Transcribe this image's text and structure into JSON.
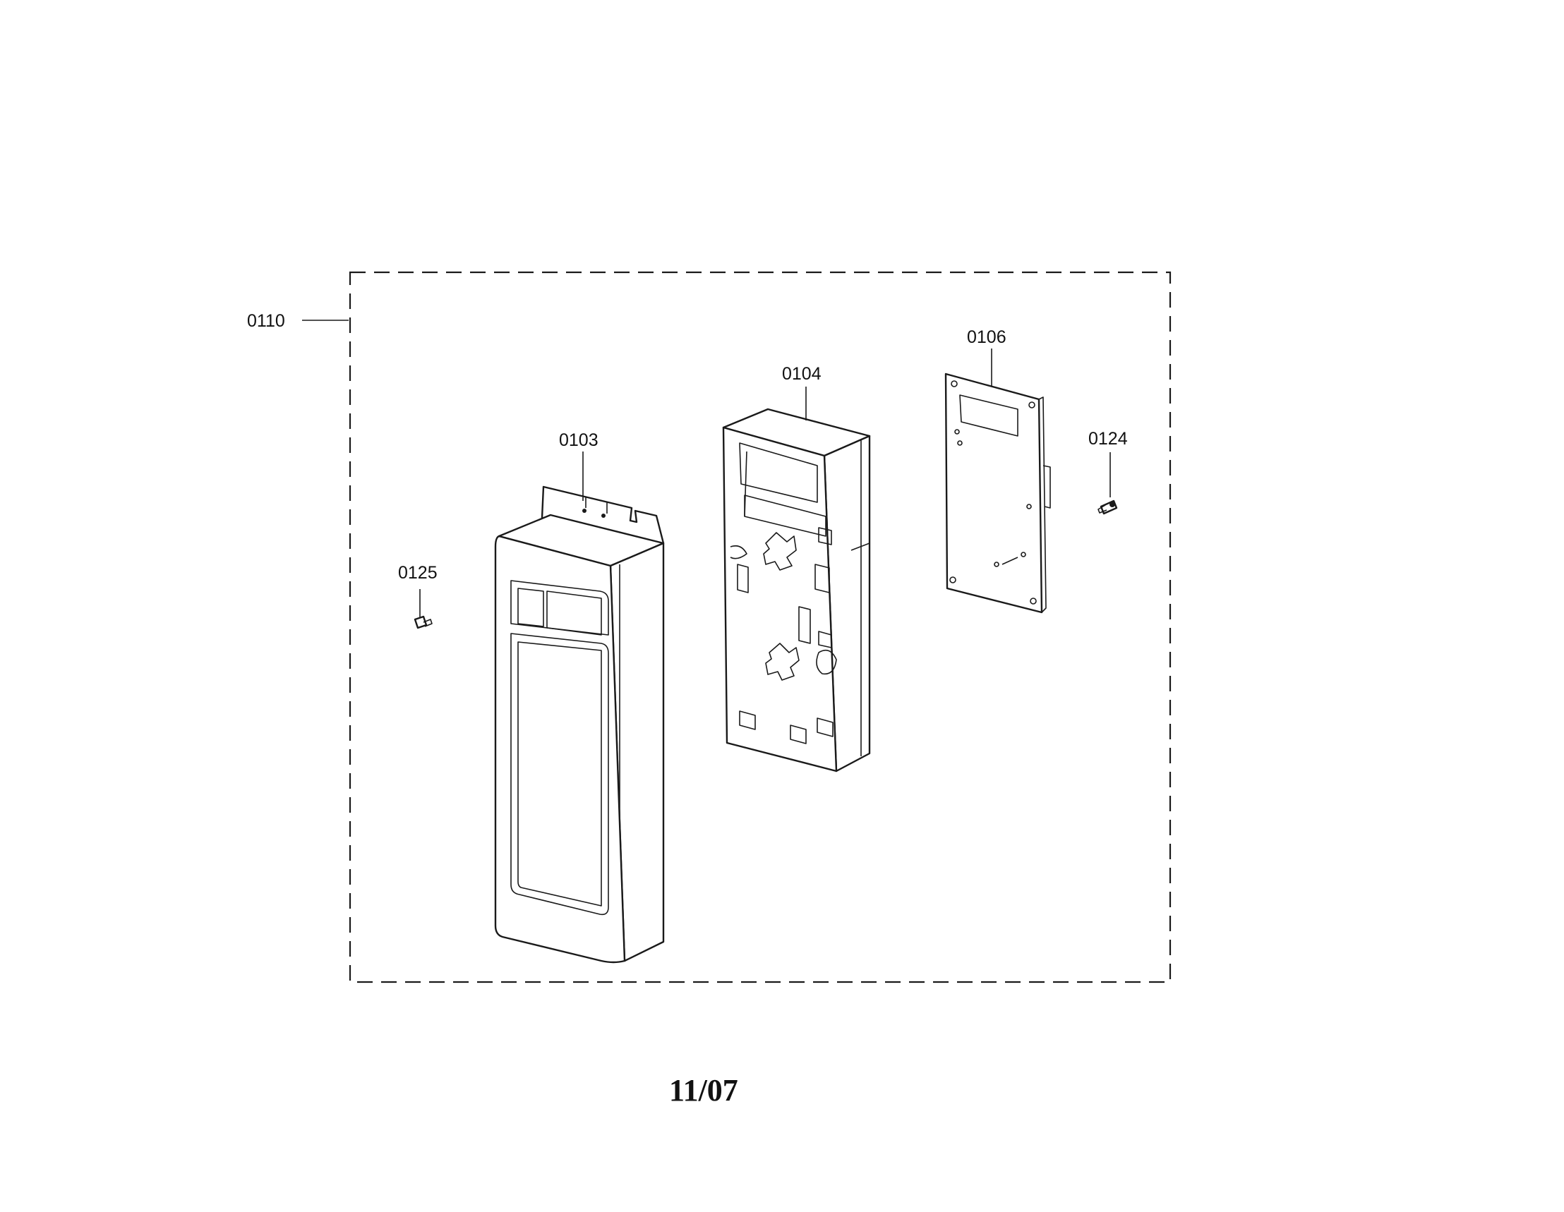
{
  "diagram": {
    "parts": [
      {
        "id": "assembly",
        "label": "0110"
      },
      {
        "id": "front-panel",
        "label": "0103"
      },
      {
        "id": "panel-frame",
        "label": "0104"
      },
      {
        "id": "pcb",
        "label": "0106"
      },
      {
        "id": "screw-right",
        "label": "0124"
      },
      {
        "id": "screw-left",
        "label": "0125"
      }
    ],
    "footer": "11/07"
  },
  "colors": {
    "line": "#1a1a1a",
    "background": "#ffffff"
  }
}
